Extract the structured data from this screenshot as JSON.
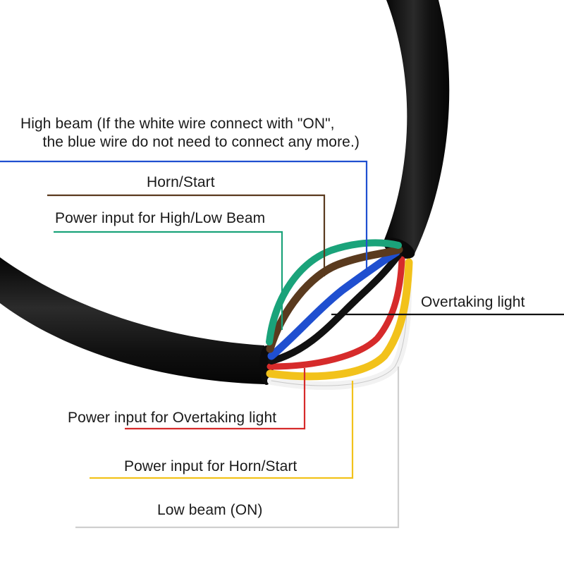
{
  "labels": {
    "high_beam_line1": "High beam (If the white wire connect with \"ON\",",
    "high_beam_line2": "the blue wire do not need to connect any more.)",
    "horn_start": "Horn/Start",
    "power_high_low_beam": "Power input for High/Low Beam",
    "overtaking_light": "Overtaking light",
    "power_overtaking_light": "Power input for Overtaking light",
    "power_horn_start": "Power input for Horn/Start",
    "low_beam": "Low beam (ON)"
  },
  "wire_colors": {
    "blue": "#1f4fd0",
    "brown": "#5a3a1e",
    "green": "#1aa37a",
    "black": "#111111",
    "red": "#d62b2b",
    "yellow": "#f2c21b",
    "white": "#f2f2f2",
    "cable_jacket": "#151515"
  }
}
